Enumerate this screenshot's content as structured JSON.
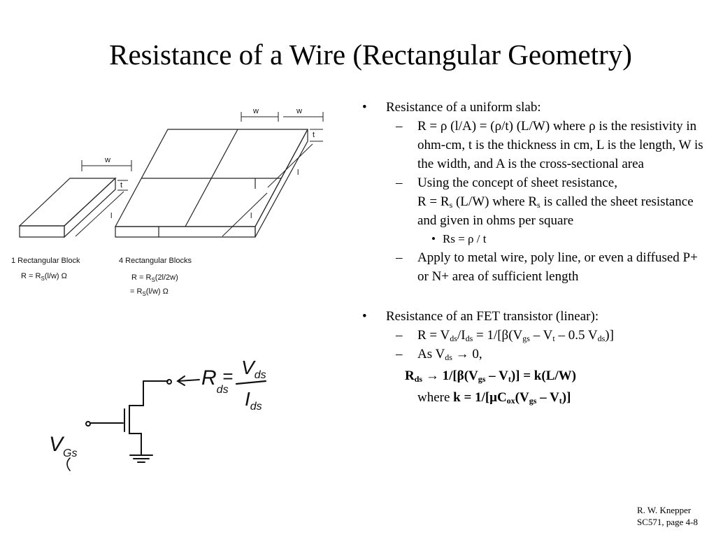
{
  "slide": {
    "title": "Resistance of a Wire (Rectangular Geometry)",
    "footer_line1": "R. W. Knepper",
    "footer_line2": "SC571,  page 4-8"
  },
  "bullets": {
    "b1": "Resistance of a uniform slab:",
    "b1_s1": "R = ρ (l/A) = (ρ/t) (L/W) where ρ is the resistivity in ohm-cm, t is the thickness in cm, L is the length, W is the width, and A is the cross-sectional area",
    "b1_s2_a": "Using the concept of sheet resistance,",
    "b1_s2_b": "R = R",
    "b1_s2_b_sub": "s",
    "b1_s2_c": " (L/W) where R",
    "b1_s2_c_sub": "s",
    "b1_s2_d": " is called the sheet resistance and given in ohms per square",
    "b1_s2_sub1": "Rs = ρ / t",
    "b1_s3": "Apply to metal wire, poly line, or even a diffused P+ or N+ area of sufficient length",
    "b2": "Resistance of an FET transistor (linear):",
    "b2_s1": {
      "t1": "R = V",
      "s1": "ds",
      "t2": "/I",
      "s2": "ds",
      "t3": " = 1/[β(V",
      "s3": "gs",
      "t4": " – V",
      "s4": "t",
      "t5": " – 0.5 V",
      "s5": "ds",
      "t6": ")]"
    },
    "b2_s2": {
      "t1": "As V",
      "s1": "ds",
      "t2": " → 0,"
    },
    "eq1": {
      "t1": "R",
      "s1": "ds",
      "t2": " → 1/[β(V",
      "s2": "gs",
      "t3": " – V",
      "s3": "t",
      "t4": ")] = k(L/W)"
    },
    "eq2": {
      "t1": "where ",
      "t2": "k = 1/[μC",
      "s1": "ox",
      "t3": "(V",
      "s2": "gs",
      "t4": " – V",
      "s3": "t",
      "t5": ")]"
    }
  },
  "figure": {
    "dim_w": "w",
    "dim_t": "t",
    "dim_l": "l",
    "caption_left": "1 Rectangular Block",
    "eq_left": "R = R",
    "eq_left_sub": "S",
    "eq_left_tail": "(l/w) Ω",
    "caption_right": "4 Rectangular Blocks",
    "eq_right1": "R = R",
    "eq_right1_sub": "S",
    "eq_right1_tail": "(2l/2w)",
    "eq_right2": "= R",
    "eq_right2_sub": "S",
    "eq_right2_tail": "(l/w) Ω"
  },
  "sketch": {
    "r_label": "R",
    "r_sub": "ds",
    "equals": "=",
    "num": "V",
    "num_sub": "ds",
    "den": "I",
    "den_sub": "ds",
    "vgs": "V",
    "vgs_sub": "Gs"
  }
}
